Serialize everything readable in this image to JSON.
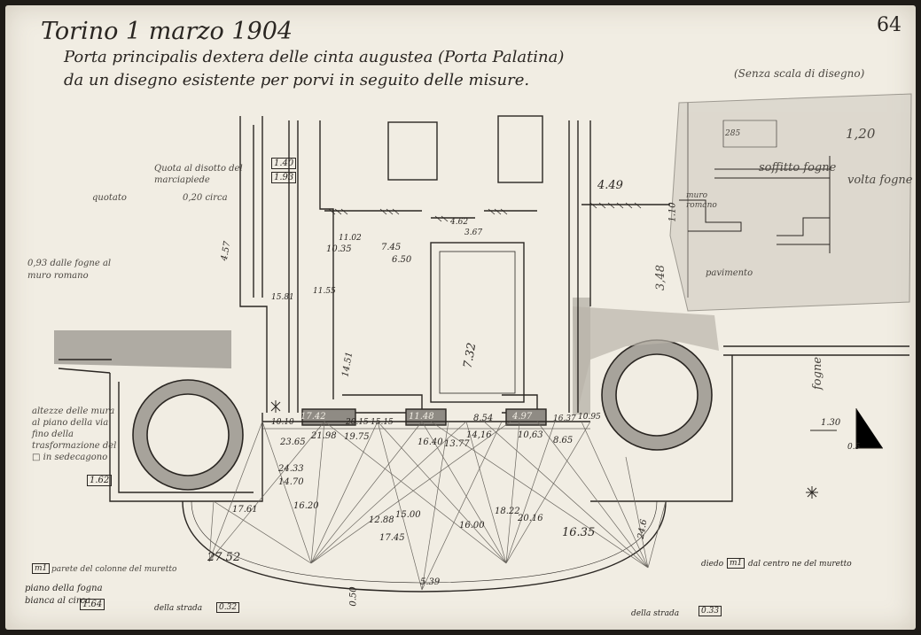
{
  "header": {
    "title": "Torino 1 marzo 1904",
    "line1": "Porta principalis dextera delle cinta augustea (Porta Palatina)",
    "line2": "da un disegno esistente per porvi in seguito delle misure.",
    "page_number": "64",
    "side_note": "(Senza scala di disegno)"
  },
  "left_notes": {
    "quota_note": "Quota al disotto del marciapiede",
    "quota_value": "0,20 circa",
    "quotato": "quotato",
    "muro_note": "0,93 dalle fogne al muro romano",
    "altezze": "altezze delle mura al piano della via fino della trasformazione del □ in sedecagono",
    "altezze_box": "1.62",
    "box_m1": "m1",
    "parete_note": "parete del colonne del muretto",
    "piano_note": "piano della fogna bianca al circa",
    "piano_box": "1.64",
    "strada_left": "della strada",
    "strada_left_box": "0.32",
    "strada_right": "della strada",
    "strada_right_box": "0.33",
    "diedo_note": "diedo",
    "diedo_box": "m1",
    "diedo_tail": "dal centro ne del muretto"
  },
  "right_notes": {
    "v285": "285",
    "v120": "1,20",
    "soffitto": "soffitto fogne",
    "volta": "volta fogne",
    "muro_romano": "muro romano",
    "pavimento": "pavimento",
    "fogne_note": "fogne",
    "v130": "1.30",
    "v05": "0.5",
    "v348": "3,48",
    "v449": "4.49",
    "v110": "1.10"
  },
  "measurements": {
    "m1742": "17.42",
    "m1148": "11.48",
    "m497": "4.97",
    "m2752": "27.52",
    "m2365": "23.65",
    "m2198": "21.98",
    "m1975": "19.75",
    "m2433": "24.33",
    "m1470": "14.70",
    "m1761": "17.61",
    "m1620": "16.20",
    "m1288": "12.88",
    "m1500": "15.00",
    "m1745": "17.45",
    "m1600": "16.00",
    "m1822": "18.22",
    "m2016": "20.16",
    "m1635": "16.35",
    "m1063": "10,63",
    "m1416": "14,16",
    "m1377": "13.77",
    "m1640": "16.40",
    "m865": "8.65",
    "m1035": "10.35",
    "m745": "7.45",
    "m650": "6.50",
    "m1102": "11.02",
    "m1581": "15.81",
    "m1155": "11.55",
    "m857": "8.54",
    "m732": "7.32",
    "m1451": "14.51",
    "m367": "3.67",
    "m462": "4.62",
    "m1010": "10.10",
    "m1515": "15.15",
    "m2015": "20.15",
    "m1637": "16.37",
    "m1095": "10.95",
    "m245": "24.6",
    "m539": "5.39",
    "m050": "0.50",
    "m140": "1.40",
    "m193": "1.93",
    "m457": "4.57"
  },
  "colors": {
    "paper": "#f1ede3",
    "ink": "#2a2622",
    "pencil": "#5a564f",
    "wash": "#a7a39b",
    "wash_light": "#c7c2b7",
    "binding": "#1e1b17"
  }
}
